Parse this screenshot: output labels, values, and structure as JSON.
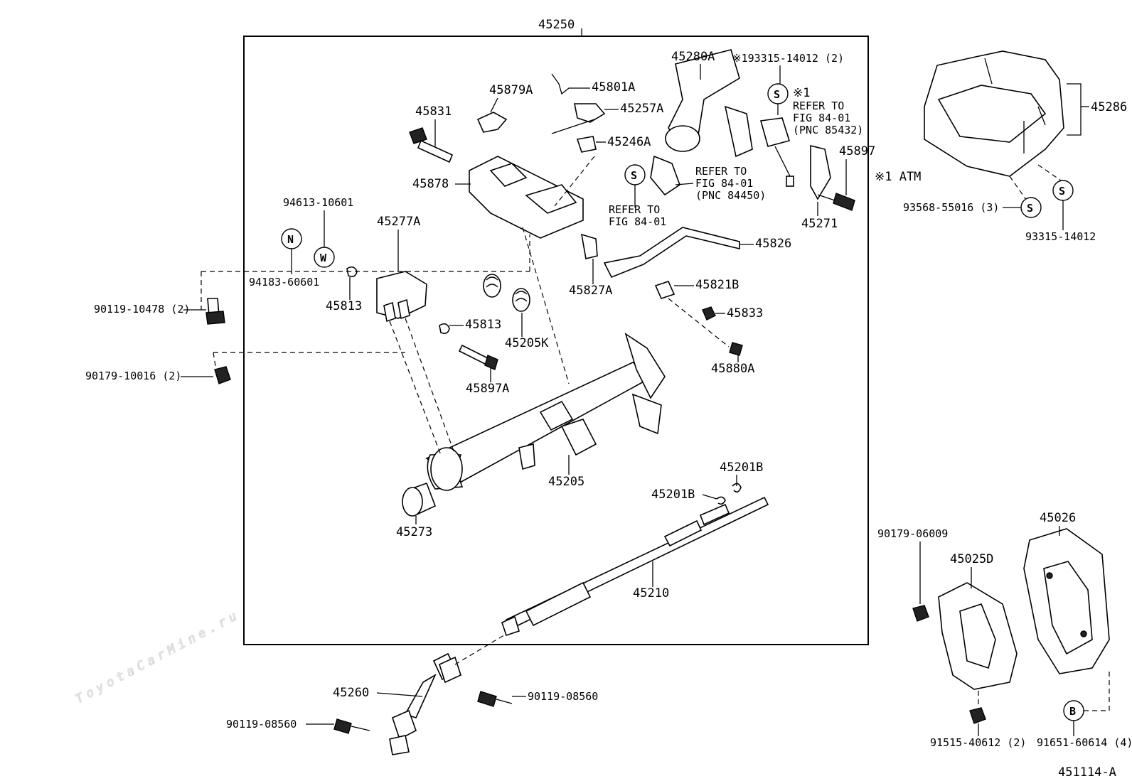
{
  "watermark": "ToyotaCarMine.ru",
  "figure_id": "451114-A",
  "assembly_label": "45250",
  "labels": {
    "p45280A": "45280A",
    "p93315_14012_2": "※193315-14012 (2)",
    "p45879A": "45879A",
    "p45801A": "45801A",
    "p45831": "45831",
    "p45257A": "45257A",
    "p45246A": "45246A",
    "p45878": "45878",
    "p45897": "45897",
    "p45271": "45271",
    "atm": "※1 ATM",
    "p45286": "45286",
    "p93568": "93568-55016 (3)",
    "p93315_14012": "93315-14012",
    "p94613": "94613-10601",
    "p45277A": "45277A",
    "p94183": "94183-60601",
    "p90119_10478": "90119-10478 (2)",
    "p45813a": "45813",
    "p45813b": "45813",
    "p45205K": "45205K",
    "p45826": "45826",
    "p45827A": "45827A",
    "p45821B": "45821B",
    "p45833": "45833",
    "p45880A": "45880A",
    "p90179_10016": "90179-10016 (2)",
    "p45897A": "45897A",
    "p45205": "45205",
    "p45273": "45273",
    "p45201B_a": "45201B",
    "p45201B_b": "45201B",
    "p45210": "45210",
    "p45260": "45260",
    "p90119_08560_a": "90119-08560",
    "p90119_08560_b": "90119-08560",
    "p90179_06009": "90179-06009",
    "p45025D": "45025D",
    "p45026": "45026",
    "p91515": "91515-40612 (2)",
    "p91651": "91651-60614 (4)"
  },
  "notes": {
    "n1_marker": "※1",
    "n1_line1": "REFER TO",
    "n1_line2": "FIG 84-01",
    "n1_line3": "(PNC 85432)",
    "n2_line1": "REFER TO",
    "n2_line2": "FIG 84-01",
    "n2_line3": "(PNC 84450)",
    "n3_line1": "REFER TO",
    "n3_line2": "FIG 84-01"
  },
  "callouts": {
    "s": "S",
    "n": "N",
    "w": "W",
    "b": "B"
  }
}
